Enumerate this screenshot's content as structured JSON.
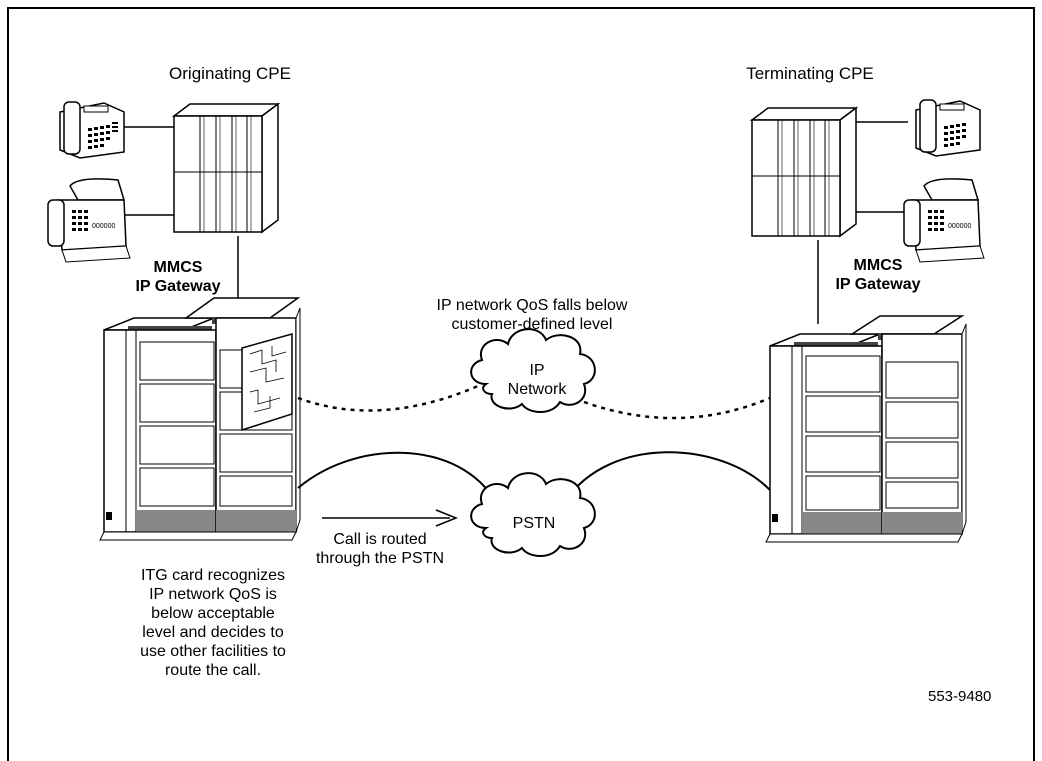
{
  "originating_cpe": {
    "title": "Originating CPE",
    "gateway_line1": "MMCS",
    "gateway_line2": "IP Gateway",
    "fax_display": "000000"
  },
  "terminating_cpe": {
    "title": "Terminating CPE",
    "gateway_line1": "MMCS",
    "gateway_line2": "IP Gateway",
    "fax_display": "000000"
  },
  "ip_network": {
    "label_line1": "IP",
    "label_line2": "Network",
    "note_line1": "IP network QoS falls below",
    "note_line2": "customer-defined level"
  },
  "pstn": {
    "label": "PSTN",
    "note_line1": "Call is routed",
    "note_line2": "through the PSTN"
  },
  "itg_note": {
    "lines": [
      "ITG card recognizes",
      "IP network QoS is",
      "below acceptable",
      "level and decides to",
      "use other facilities to",
      "route the call."
    ]
  },
  "figure_id": "553-9480"
}
